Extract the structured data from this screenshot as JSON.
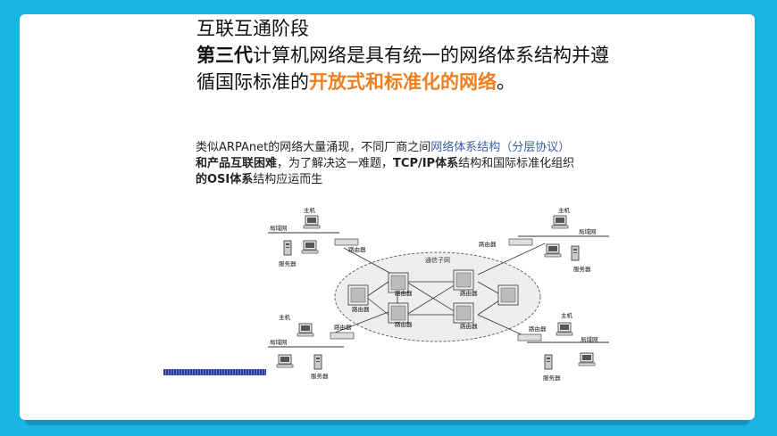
{
  "slide": {
    "title": "互联互通阶段",
    "line1_bold": "第三代",
    "line1_rest": "计算机网络是具有统一的网络体系结构并遵",
    "line2_start": "循国际标准的",
    "line2_highlight": "开放式和标准化的网络",
    "line2_end": "。",
    "body1_a": "类似",
    "body1_b": "ARPAnet",
    "body1_c": "的网络大量涌现，不同厂商之间",
    "body1_link": "网络体系结构（分层协议）",
    "body2_a": "和产品互联困难",
    "body2_b": "，为了解决这一难题，",
    "body2_c": "TCP/IP体系",
    "body2_d": "结构和国际标准化组织",
    "body3_a": "的OSI体系",
    "body3_b": "结构应运而生"
  },
  "diagram": {
    "host": "主机",
    "lan": "局域网",
    "server": "服务器",
    "router": "路由器",
    "subnet": "通信子网"
  },
  "colors": {
    "background": "#1cb3e0",
    "highlight": "#f07f1f",
    "link": "#3a5fa8"
  }
}
